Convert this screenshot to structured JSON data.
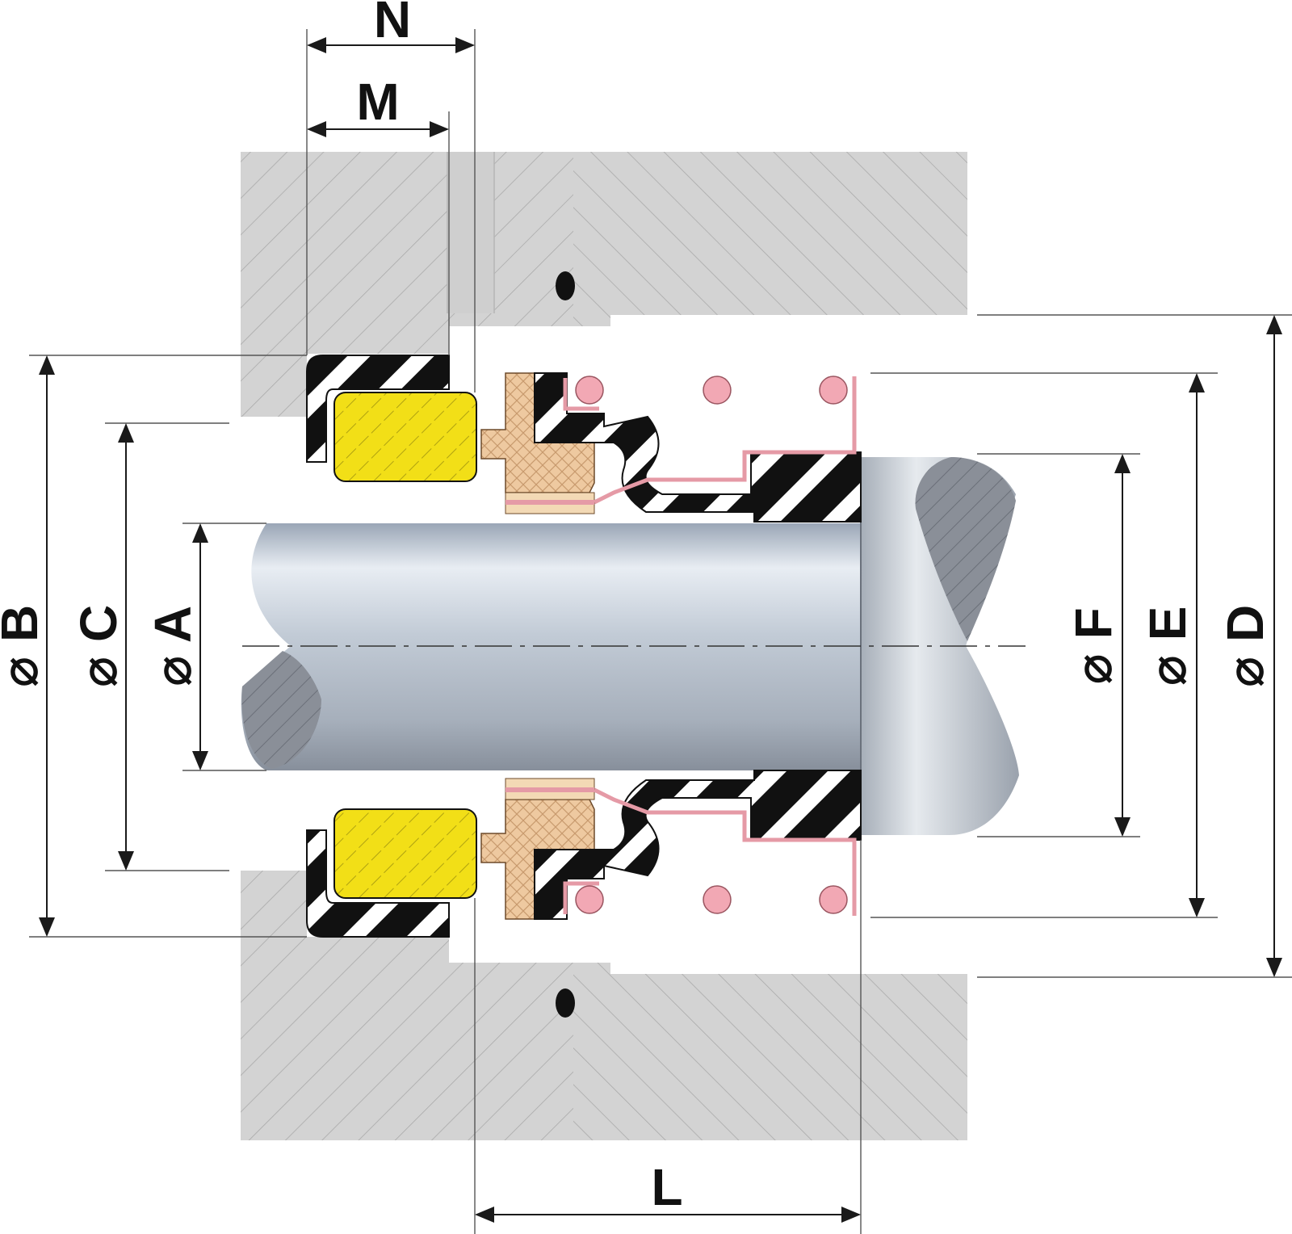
{
  "diagram": {
    "dimensions": {
      "N": "N",
      "M": "M",
      "L": "L",
      "B": "⌀ B",
      "C": "⌀ C",
      "A": "⌀ A",
      "F": "⌀ F",
      "E": "⌀ E",
      "D": "⌀ D"
    },
    "colors": {
      "housing": "#d3d3d3",
      "hatch": "#a9a9a9",
      "rubber_dark": "#111111",
      "rubber_light": "#ffffff",
      "seat_face": "#f2df17",
      "carbon_ring": "#eec9a0",
      "spring": "#f2a8b4",
      "retainer": "#e59aa6",
      "shaft_light": "#e6ebf1",
      "shaft_dark": "#8d96a4"
    }
  }
}
